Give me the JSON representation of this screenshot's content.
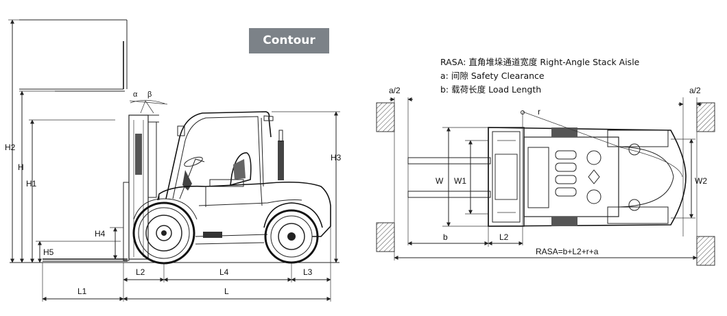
{
  "badge": {
    "label": "Contour"
  },
  "legend": {
    "rasa": "RASA: 直角堆垛通道宽度 Right-Angle Stack Aisle",
    "a": "a: 间隙 Safety Clearance",
    "b": "b: 载荷长度 Load Length"
  },
  "side_view": {
    "dims": {
      "h2": "H2",
      "h": "H",
      "h1": "H1",
      "h3": "H3",
      "h4": "H4",
      "h5": "H5",
      "l1": "L1",
      "l2": "L2",
      "l3": "L3",
      "l4": "L4",
      "l": "L",
      "alpha": "α",
      "beta": "β"
    }
  },
  "top_view": {
    "dims": {
      "a_left": "a/2",
      "a_right": "a/2",
      "r": "r",
      "w": "W",
      "w1": "W1",
      "w2": "W2",
      "b": "b",
      "l2": "L2",
      "rasa_formula": "RASA=b+L2+r+a"
    }
  }
}
